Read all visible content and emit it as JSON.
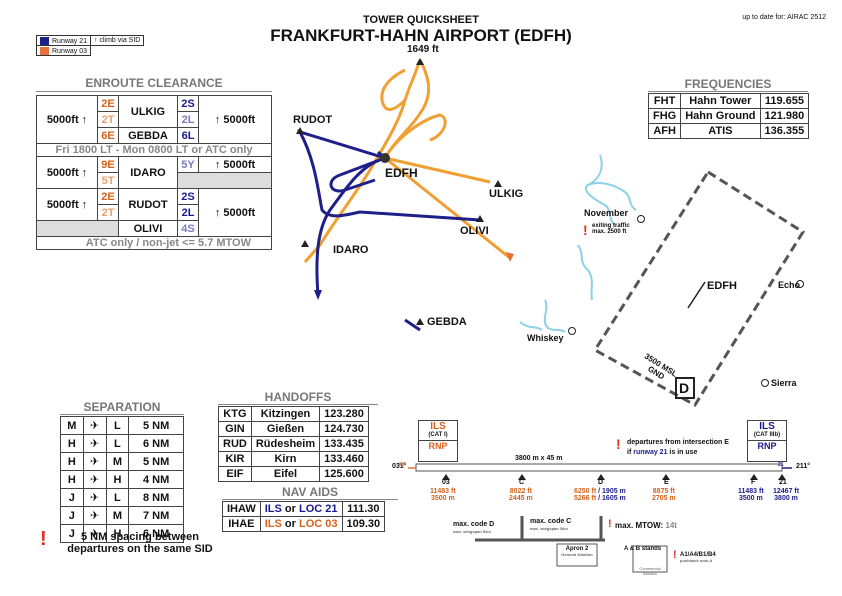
{
  "header": {
    "title": "TOWER QUICKSHEET",
    "airport": "FRANKFURT-HAHN AIRPORT (EDFH)",
    "airac": "up to date for: AIRAC 2512"
  },
  "legend": {
    "rwy21": "Runway 21",
    "rwy03": "Runway 03",
    "climb": "climb via SID"
  },
  "colors": {
    "rwy21": "#1f1f8a",
    "rwy03": "#f0a032",
    "rwy03_swatch": "#e8703a"
  },
  "enroute": {
    "title": "ENROUTE CLEARANCE",
    "alt": "5000ft",
    "arrow": "↑",
    "r1": {
      "o1": "2E",
      "o2": "2T",
      "o3": "6E",
      "n1": "ULKIG",
      "n2": "GEBDA",
      "b1": "2S",
      "b2": "2L",
      "b3": "6L"
    },
    "note1": "Fri 1800 LT - Mon 0800 LT or ATC only",
    "r2": {
      "o1": "9E",
      "o2": "5T",
      "n": "IDARO",
      "b": "5Y"
    },
    "r3": {
      "o1": "2E",
      "o2": "2T",
      "n1": "RUDOT",
      "n2": "OLIVI",
      "b1": "2S",
      "b2": "2L",
      "b3": "4S"
    },
    "note2": "ATC only / non-jet <= 5.7 MTOW"
  },
  "frequencies": {
    "title": "FREQUENCIES",
    "rows": [
      [
        "FHT",
        "Hahn Tower",
        "119.655"
      ],
      [
        "FHG",
        "Hahn Ground",
        "121.980"
      ],
      [
        "AFH",
        "ATIS",
        "136.355"
      ]
    ]
  },
  "map": {
    "field_elev": "1649 ft",
    "edfh": "EDFH",
    "rudot": "RUDOT",
    "ulkig": "ULKIG",
    "idaro": "IDARO",
    "olivi": "OLIVI",
    "gebda": "GEBDA",
    "november": "November",
    "whiskey": "Whiskey",
    "echo": "Echo",
    "sierra": "Sierra",
    "exit_traffic": "exiting traffic",
    "exit_alt": "max. 2500 ft",
    "ctr": "EDFH",
    "msl": "3500 MSL",
    "gnd": "GND",
    "class": "D"
  },
  "handoffs": {
    "title": "HANDOFFS",
    "rows": [
      [
        "KTG",
        "Kitzingen",
        "123.280"
      ],
      [
        "GIN",
        "Gießen",
        "124.730"
      ],
      [
        "RUD",
        "Rüdesheim",
        "133.435"
      ],
      [
        "KIR",
        "Kirn",
        "133.460"
      ],
      [
        "EIF",
        "Eifel",
        "125.600"
      ]
    ]
  },
  "navaids": {
    "title": "NAV AIDS",
    "rows": [
      {
        "id": "IHAW",
        "pre": "ILS",
        "mid": " or ",
        "loc": "LOC 21",
        "freq": "111.30"
      },
      {
        "id": "IHAE",
        "pre": "ILS",
        "mid": " or ",
        "loc": "LOC 03",
        "freq": "109.30"
      }
    ]
  },
  "separation": {
    "title": "SEPARATION",
    "rows": [
      [
        "M",
        "L",
        "5 NM"
      ],
      [
        "H",
        "L",
        "6 NM"
      ],
      [
        "H",
        "M",
        "5 NM"
      ],
      [
        "H",
        "H",
        "4 NM"
      ],
      [
        "J",
        "L",
        "8 NM"
      ],
      [
        "J",
        "M",
        "7 NM"
      ],
      [
        "J",
        "H",
        "6 NM"
      ]
    ],
    "note": "5 NM spacing between departures on the same SID"
  },
  "runway": {
    "ils_l": "ILS",
    "cat_l": "(CAT I)",
    "rnp_l": "RNP",
    "ils_r": "ILS",
    "cat_r": "(CAT IIIb)",
    "rnp_r": "RNP",
    "dep_note1": "departures from intersection E",
    "dep_note2_a": "if ",
    "dep_note2_b": "runway 21",
    "dep_note2_c": " is in use",
    "dims": "3800 m x 45 m",
    "hdg_l": "031°",
    "hdg_r": "211°",
    "end_l": "03",
    "end_r": "21",
    "points": [
      {
        "n": "03",
        "o": "11483 ft",
        "o2": "3500 m",
        "b": "",
        "b2": ""
      },
      {
        "n": "C",
        "o": "8022 ft",
        "o2": "2445 m",
        "b": "",
        "b2": ""
      },
      {
        "n": "D",
        "o": "6250 ft",
        "o2": "5266 ft",
        "b": "/ 1905 m",
        "b2": "/ 1605 m"
      },
      {
        "n": "E",
        "o": "8875 ft",
        "o2": "2705 m",
        "b": "",
        "b2": ""
      },
      {
        "n": "F",
        "o": "",
        "o2": "",
        "b": "11483 ft",
        "b2": "3500 m"
      },
      {
        "n": "21",
        "o": "",
        "o2": "",
        "b": "12467 ft",
        "b2": "3800 m"
      }
    ],
    "codeD": "max. code D",
    "codeD_sub": "max. wingspan 52m",
    "codeC": "max. code C",
    "codeC_sub": "max. wingspan 36m",
    "mtow_a": "max. MTOW:",
    "mtow_b": "14t",
    "apron2": "Apron 2",
    "apron2_sub": "General Aviation",
    "ab": "A & B stands",
    "ab_sub": "Commercial Aviation",
    "push": "A1/A4/B1/B4",
    "push_sub": "pushback onto A"
  }
}
